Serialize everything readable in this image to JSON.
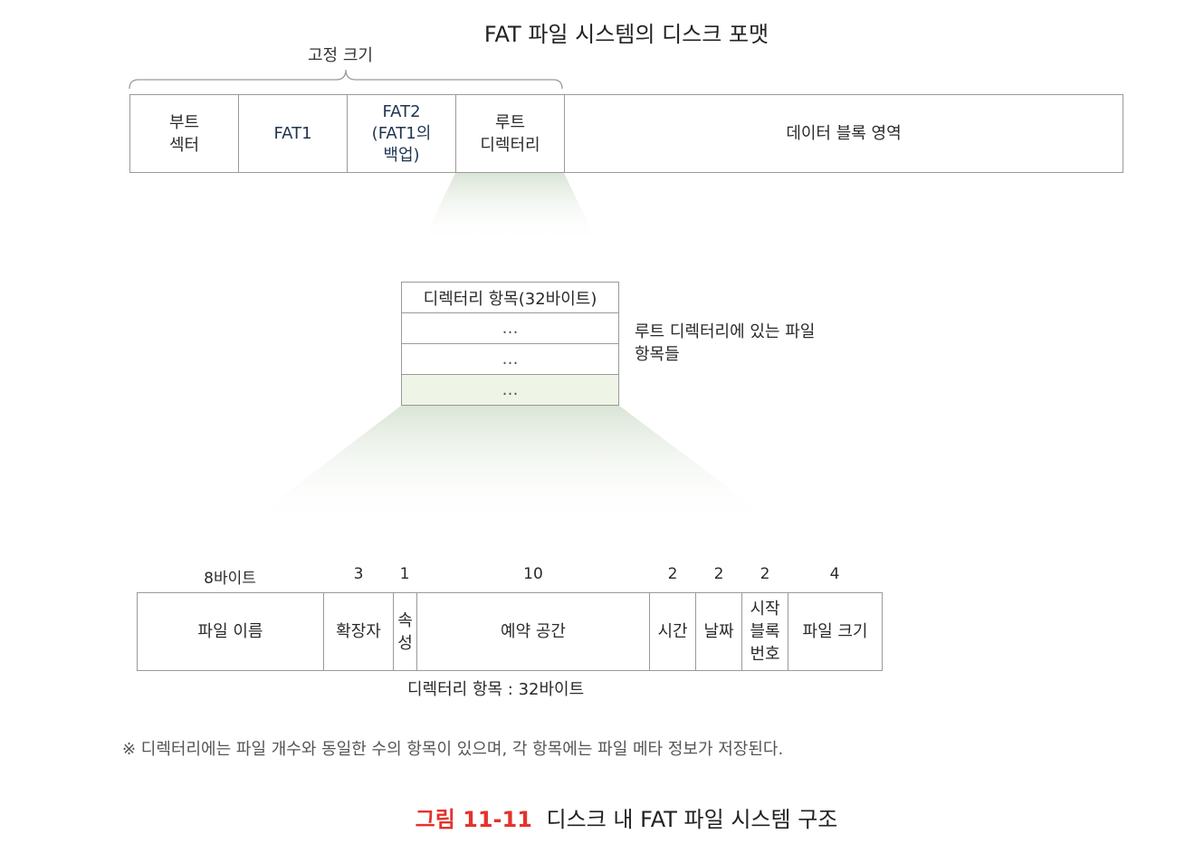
{
  "title": "FAT 파일 시스템의 디스크 포맷",
  "fixed_size_label": "고정 크기",
  "disk_cells": [
    {
      "label": "부트\n섹터"
    },
    {
      "label": "FAT1"
    },
    {
      "label": "FAT2\n(FAT1의\n백업)"
    },
    {
      "label": "루트\n디렉터리"
    },
    {
      "label": "데이터 블록 영역"
    }
  ],
  "dir_table": {
    "header": "디렉터리 항목(32바이트)",
    "rows": [
      "…",
      "…",
      "…"
    ],
    "note": "루트 디렉터리에 있는 파일\n항목들",
    "highlight_color": "#eef5e6"
  },
  "entry": {
    "sizes": [
      "8바이트",
      "3",
      "1",
      "10",
      "2",
      "2",
      "2",
      "4"
    ],
    "fields": [
      "파일 이름",
      "확장자",
      "속\n성",
      "예약 공간",
      "시간",
      "날짜",
      "시작\n블록\n번호",
      "파일 크기"
    ],
    "caption": "디렉터리 항목 : 32바이트"
  },
  "footnote": "※ 디렉터리에는 파일 개수와 동일한 수의 항목이 있으며, 각 항목에는 파일 메타 정보가 저장된다.",
  "figure": {
    "number": "그림 11-11",
    "caption": "디스크 내 FAT 파일 시스템 구조",
    "number_color": "#e5322d"
  }
}
